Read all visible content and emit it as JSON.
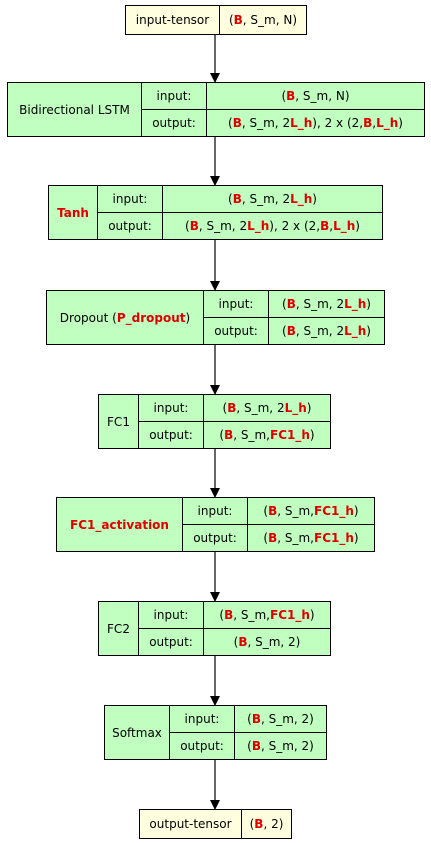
{
  "nodes": [
    {
      "id": "input-tensor",
      "kind": "tensor",
      "name": "input-tensor",
      "shape": [
        [
          "B",
          true
        ],
        [
          ", S_m, N)",
          false
        ]
      ]
    },
    {
      "id": "bidirectional-lstm",
      "kind": "layer",
      "name": [
        [
          "Bidirectional LSTM",
          false
        ]
      ],
      "io_labels": [
        "input:",
        "output:"
      ],
      "input": [
        [
          "(",
          false
        ],
        [
          "B",
          true
        ],
        [
          ", S_m, N)",
          false
        ]
      ],
      "output": [
        [
          "(",
          false
        ],
        [
          "B",
          true
        ],
        [
          ", S_m, 2 ",
          false
        ],
        [
          "L_h",
          true
        ],
        [
          "), 2 x (2, ",
          false
        ],
        [
          "B",
          true
        ],
        [
          ", ",
          false
        ],
        [
          "L_h",
          true
        ],
        [
          ")",
          false
        ]
      ]
    },
    {
      "id": "tanh",
      "kind": "layer",
      "name": [
        [
          "Tanh",
          true
        ]
      ],
      "io_labels": [
        "input:",
        "output:"
      ],
      "input": [
        [
          "(",
          false
        ],
        [
          "B",
          true
        ],
        [
          ", S_m, 2 ",
          false
        ],
        [
          "L_h",
          true
        ],
        [
          ")",
          false
        ]
      ],
      "output": [
        [
          "(",
          false
        ],
        [
          "B",
          true
        ],
        [
          ", S_m, 2 ",
          false
        ],
        [
          "L_h",
          true
        ],
        [
          "), 2 x (2, ",
          false
        ],
        [
          "B",
          true
        ],
        [
          ", ",
          false
        ],
        [
          "L_h",
          true
        ],
        [
          ")",
          false
        ]
      ]
    },
    {
      "id": "dropout",
      "kind": "layer",
      "name": [
        [
          "Dropout (",
          false
        ],
        [
          "P_dropout",
          true
        ],
        [
          ")",
          false
        ]
      ],
      "io_labels": [
        "input:",
        "output:"
      ],
      "input": [
        [
          "(",
          false
        ],
        [
          "B",
          true
        ],
        [
          ", S_m, 2 ",
          false
        ],
        [
          "L_h",
          true
        ],
        [
          ")",
          false
        ]
      ],
      "output": [
        [
          "(",
          false
        ],
        [
          "B",
          true
        ],
        [
          ", S_m, 2 ",
          false
        ],
        [
          "L_h",
          true
        ],
        [
          ")",
          false
        ]
      ]
    },
    {
      "id": "fc1",
      "kind": "layer",
      "name": [
        [
          "FC1",
          false
        ]
      ],
      "io_labels": [
        "input:",
        "output:"
      ],
      "input": [
        [
          "(",
          false
        ],
        [
          "B",
          true
        ],
        [
          ", S_m, 2 ",
          false
        ],
        [
          "L_h",
          true
        ],
        [
          ")",
          false
        ]
      ],
      "output": [
        [
          "(",
          false
        ],
        [
          "B",
          true
        ],
        [
          ", S_m, ",
          false
        ],
        [
          "FC1_h",
          true
        ],
        [
          ")",
          false
        ]
      ]
    },
    {
      "id": "fc1-activation",
      "kind": "layer",
      "name": [
        [
          "FC1_activation",
          true
        ]
      ],
      "io_labels": [
        "input:",
        "output:"
      ],
      "input": [
        [
          "(",
          false
        ],
        [
          "B",
          true
        ],
        [
          ", S_m, ",
          false
        ],
        [
          "FC1_h",
          true
        ],
        [
          ")",
          false
        ]
      ],
      "output": [
        [
          "(",
          false
        ],
        [
          "B",
          true
        ],
        [
          ", S_m, ",
          false
        ],
        [
          "FC1_h",
          true
        ],
        [
          ")",
          false
        ]
      ]
    },
    {
      "id": "fc2",
      "kind": "layer",
      "name": [
        [
          "FC2",
          false
        ]
      ],
      "io_labels": [
        "input:",
        "output:"
      ],
      "input": [
        [
          "(",
          false
        ],
        [
          "B",
          true
        ],
        [
          ", S_m, ",
          false
        ],
        [
          "FC1_h",
          true
        ],
        [
          ")",
          false
        ]
      ],
      "output": [
        [
          "(",
          false
        ],
        [
          "B",
          true
        ],
        [
          ", S_m, 2)",
          false
        ]
      ]
    },
    {
      "id": "softmax",
      "kind": "layer",
      "name": [
        [
          "Softmax",
          false
        ]
      ],
      "io_labels": [
        "input:",
        "output:"
      ],
      "input": [
        [
          "(",
          false
        ],
        [
          "B",
          true
        ],
        [
          ", S_m, 2)",
          false
        ]
      ],
      "output": [
        [
          "(",
          false
        ],
        [
          "B",
          true
        ],
        [
          ", S_m, 2)",
          false
        ]
      ]
    },
    {
      "id": "output-tensor",
      "kind": "tensor",
      "name": "output-tensor",
      "shape": [
        [
          "B",
          true
        ],
        [
          ", 2)",
          false
        ]
      ]
    }
  ],
  "colors": {
    "layer_fill": "#c1ffc1",
    "tensor_fill": "#ffffe0",
    "highlight": "#e00000",
    "edge": "#000000"
  }
}
